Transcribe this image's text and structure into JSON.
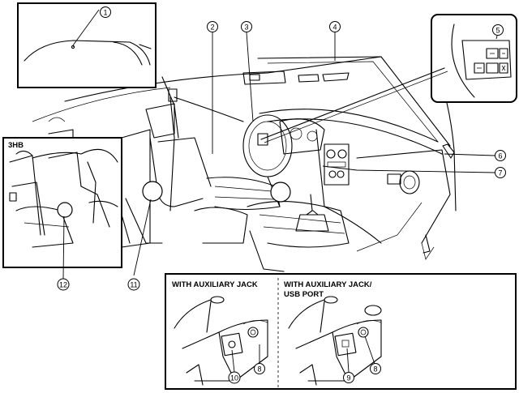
{
  "insets": {
    "hatchback_label": "3HB",
    "aux_jack_label": "WITH AUXILIARY JACK",
    "aux_usb_label_line1": "WITH AUXILIARY JACK/",
    "aux_usb_label_line2": "USB PORT"
  },
  "callouts": [
    "1",
    "2",
    "3",
    "4",
    "5",
    "6",
    "7",
    "8",
    "9",
    "10",
    "11",
    "12"
  ],
  "colors": {
    "line": "#000000",
    "background": "#ffffff"
  }
}
